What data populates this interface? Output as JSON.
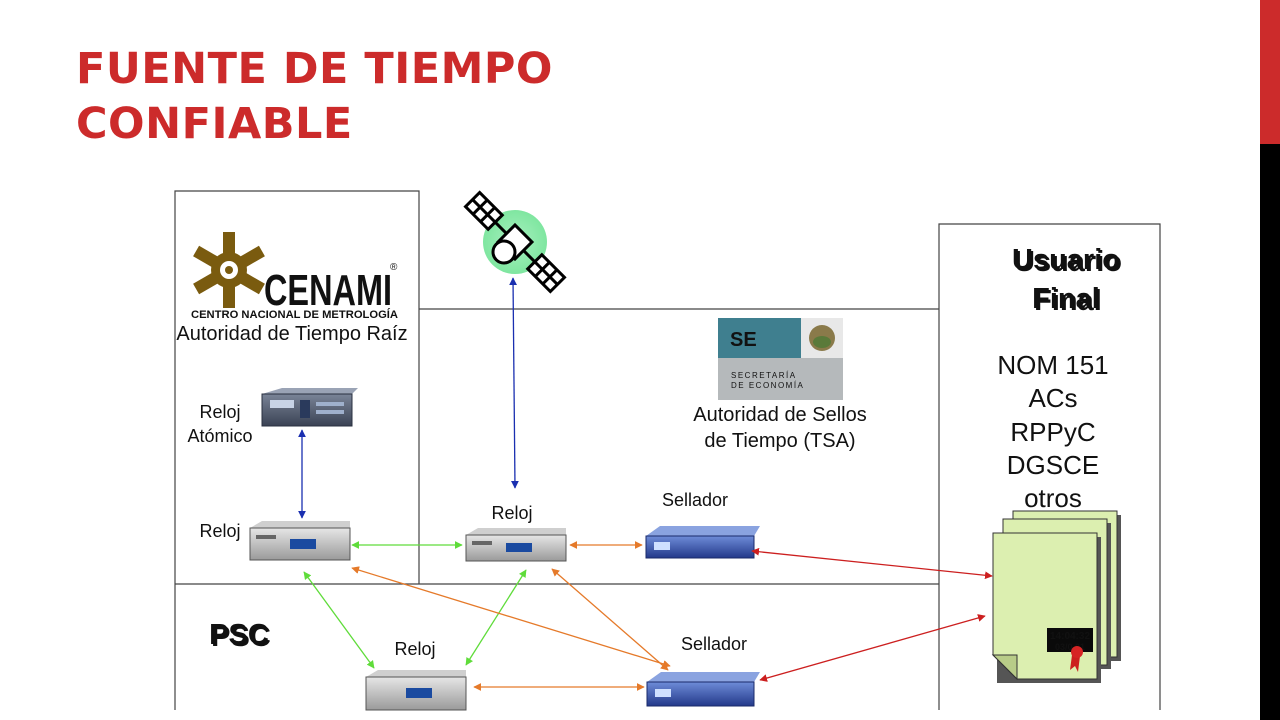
{
  "slide": {
    "title_line1": "FUENTE DE TIEMPO",
    "title_line2": "CONFIABLE",
    "accent_color": "#cc2b2b"
  },
  "diagram": {
    "cenam_logo_text": "CENAMI",
    "cenam_logo_subtext": "CENTRO NACIONAL DE METROLOGÍA",
    "cenam_registered": "®",
    "cenam_caption": "Autoridad de Tiempo Raíz",
    "atomic_clock_label_1": "Reloj",
    "atomic_clock_label_2": "Atómico",
    "reloj_cenam_label": "Reloj",
    "reloj_tsa_label": "Reloj",
    "sellador_tsa_label": "Sellador",
    "se_logo_text": "SE",
    "se_logo_line1": "SECRETARÍA",
    "se_logo_line2": "DE ECONOMÍA",
    "tsa_caption_1": "Autoridad de Sellos",
    "tsa_caption_2": "de Tiempo (TSA)",
    "psc_label": "PSC",
    "reloj_psc_label": "Reloj",
    "sellador_psc_label": "Sellador",
    "usuario_label_1": "Usuario",
    "usuario_label_2": "Final",
    "entities": [
      "NOM 151",
      "ACs",
      "RPPyC",
      "DGSCE",
      "otros"
    ],
    "stamp_time": "14:04:32",
    "stamp_date": "03/0 01",
    "arrow_colors": {
      "blue": "#1a2fb0",
      "green": "#5fdc3a",
      "orange": "#e57a2a",
      "red": "#cc1f1f"
    }
  }
}
